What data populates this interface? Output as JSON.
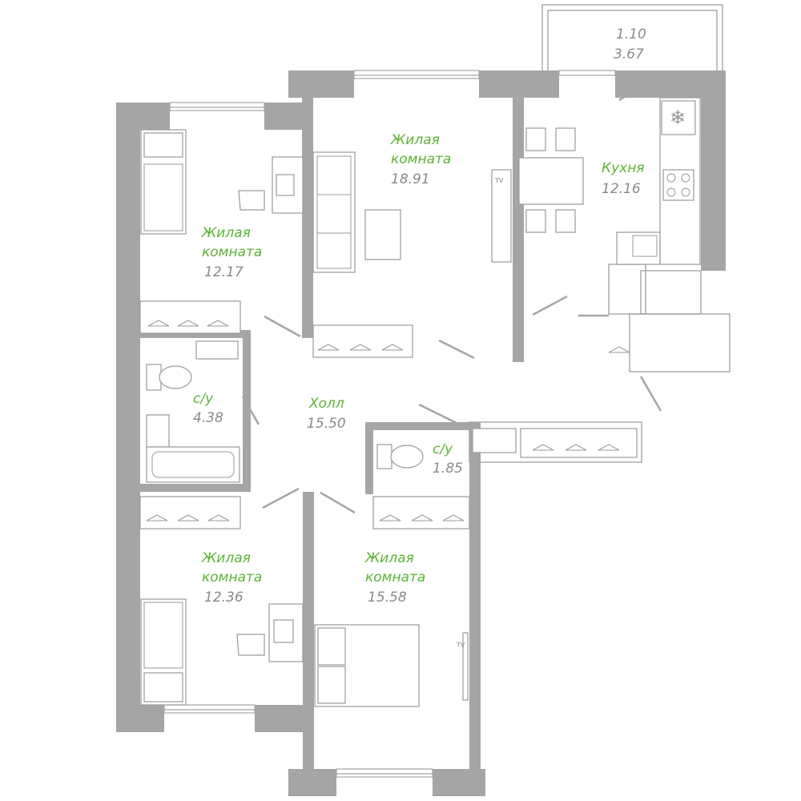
{
  "balcony": {
    "number": "1.10",
    "area": "3.67"
  },
  "rooms": [
    {
      "name_line1": "Жилая",
      "name_line2": "комната",
      "area": "18.91"
    },
    {
      "name_line1": "Кухня",
      "name_line2": "",
      "area": "12.16"
    },
    {
      "name_line1": "Жилая",
      "name_line2": "комната",
      "area": "12.17"
    },
    {
      "name_line1": "с/у",
      "name_line2": "",
      "area": "4.38"
    },
    {
      "name_line1": "Холл",
      "name_line2": "",
      "area": "15.50"
    },
    {
      "name_line1": "с/у",
      "name_line2": "",
      "area": "1.85"
    },
    {
      "name_line1": "Жилая",
      "name_line2": "комната",
      "area": "12.36"
    },
    {
      "name_line1": "Жилая",
      "name_line2": "комната",
      "area": "15.58"
    }
  ],
  "tv_labels": [
    "TV",
    "TV"
  ],
  "colors": {
    "room_name": "#5cb531",
    "area": "#8a8a8a",
    "wall": "#a5a5a6"
  },
  "icons": [
    "snowflake-icon",
    "hanger-icon",
    "toilet-icon",
    "sink-icon",
    "bathtub-icon",
    "stove-icon",
    "sofa-icon",
    "bed-icon",
    "chair-icon",
    "desk-icon"
  ]
}
